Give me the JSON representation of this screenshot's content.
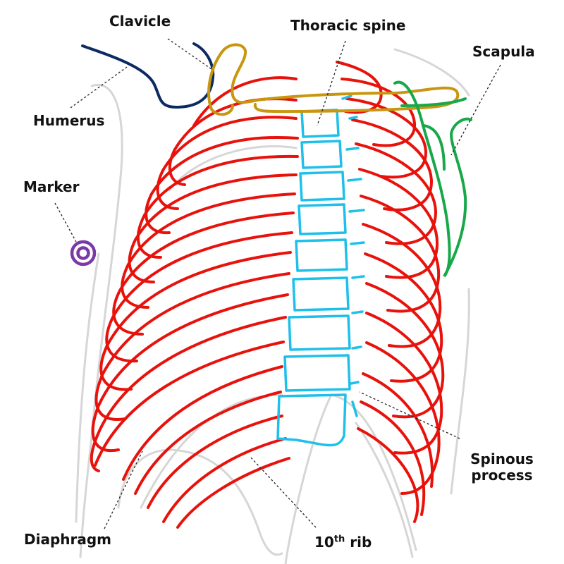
{
  "labels": {
    "clavicle": "Clavicle",
    "thoracic_spine": "Thoracic spine",
    "scapula": "Scapula",
    "humerus": "Humerus",
    "marker": "Marker",
    "spinous_process_line1": "Spinous",
    "spinous_process_line2": "process",
    "diaphragm": "Diaphragm",
    "tenth_rib_num": "10",
    "tenth_rib_sup": "th",
    "tenth_rib_word": " rib"
  },
  "colors": {
    "rib": "#e8120c",
    "vertebra": "#1ec0ea",
    "clavicle": "#c8960f",
    "scapula": "#18a84a",
    "humerus": "#0c2a63",
    "marker": "#7a3aa6",
    "soft_tissue": "#d6d6d6",
    "leader": "#222222"
  }
}
